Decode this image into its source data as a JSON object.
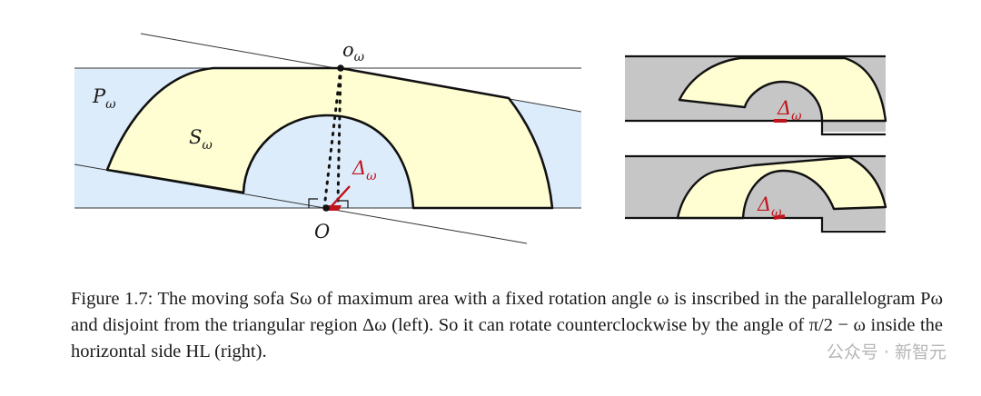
{
  "figure": {
    "labels": {
      "o_omega": "o",
      "o_omega_sub": "ω",
      "P_omega": "P",
      "P_omega_sub": "ω",
      "S_omega": "S",
      "S_omega_sub": "ω",
      "Delta_omega": "Δ",
      "Delta_omega_sub": "ω",
      "O": "O",
      "right_top_Delta": "Δ",
      "right_top_Delta_sub": "ω",
      "right_bottom_Delta": "Δ",
      "right_bottom_Delta_sub": "ω"
    },
    "colors": {
      "sofa_fill": "#fffed2",
      "parallelogram_fill": "#dcecfb",
      "region_gray": "#c6c6c6",
      "delta_red": "#c0141c",
      "line": "#1a1a1a"
    }
  },
  "caption": {
    "text": "Figure 1.7: The moving sofa Sω of maximum area with a fixed rotation angle ω is inscribed in the parallelogram Pω and disjoint from the triangular region Δω (left). So it can rotate counterclockwise by the angle of π/2 − ω inside the horizontal side HL (right)."
  },
  "watermark": {
    "text": "公众号 · 新智元"
  }
}
